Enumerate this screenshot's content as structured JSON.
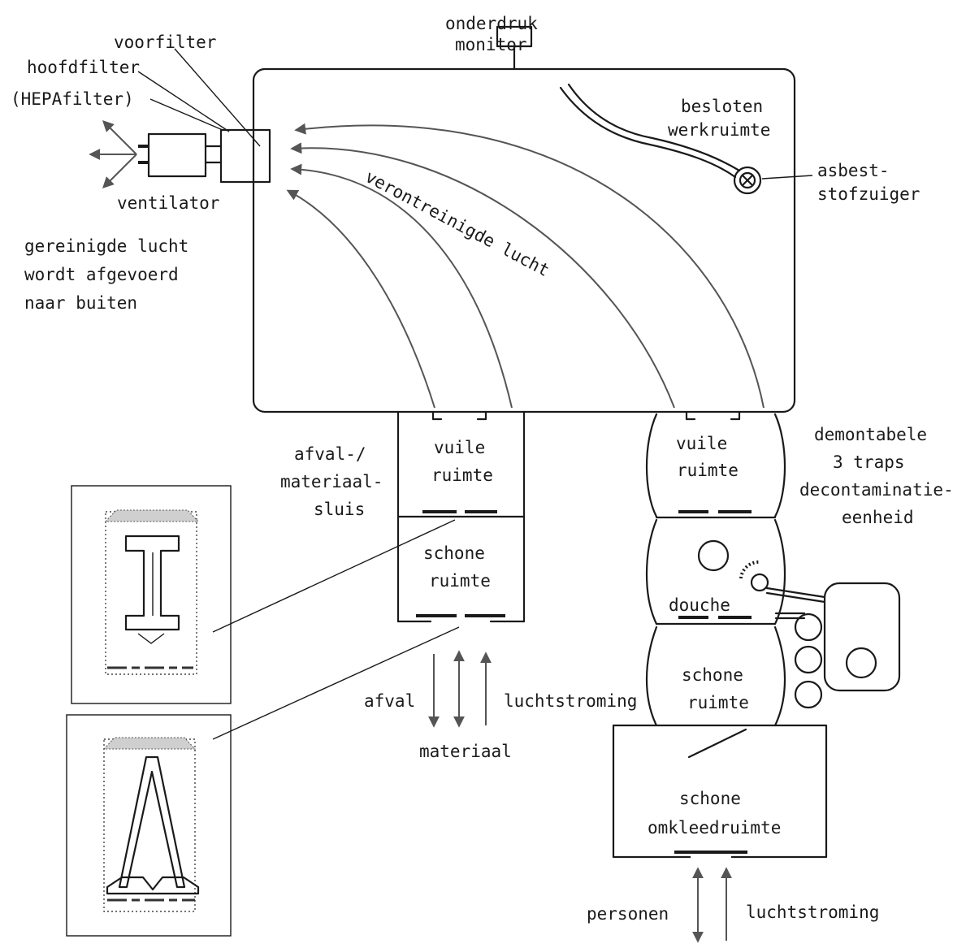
{
  "labels": {
    "monitor": [
      "onderdruk",
      "monitor"
    ],
    "prefilter": "voorfilter",
    "main_filter": [
      "hoofdfilter",
      "(HEPAfilter)"
    ],
    "fan": "ventilator",
    "exhaust_note": [
      "gereinigde lucht",
      "wordt afgevoerd",
      "naar buiten"
    ],
    "work_area": [
      "besloten",
      "werkruimte"
    ],
    "vacuum": [
      "asbest-",
      "stofzuiger"
    ],
    "contaminated_air": "verontreinigde lucht",
    "material_lock": [
      "afval-/",
      "materiaal-",
      "sluis"
    ],
    "lock_dirty_room": [
      "vuile",
      "ruimte"
    ],
    "lock_clean_room": [
      "schone",
      "ruimte"
    ],
    "waste": "afval",
    "material": "materiaal",
    "airflow": "luchtstroming",
    "decon_unit": [
      "demontabele",
      "3 traps",
      "decontaminatie-",
      "eenheid"
    ],
    "decon_dirty_room": [
      "vuile",
      "ruimte"
    ],
    "shower": "douche",
    "decon_clean_room": [
      "schone",
      "ruimte"
    ],
    "changing_room": [
      "schone",
      "omkleedruimte"
    ],
    "persons": "personen",
    "airflow_bottom": "luchtstroming"
  }
}
